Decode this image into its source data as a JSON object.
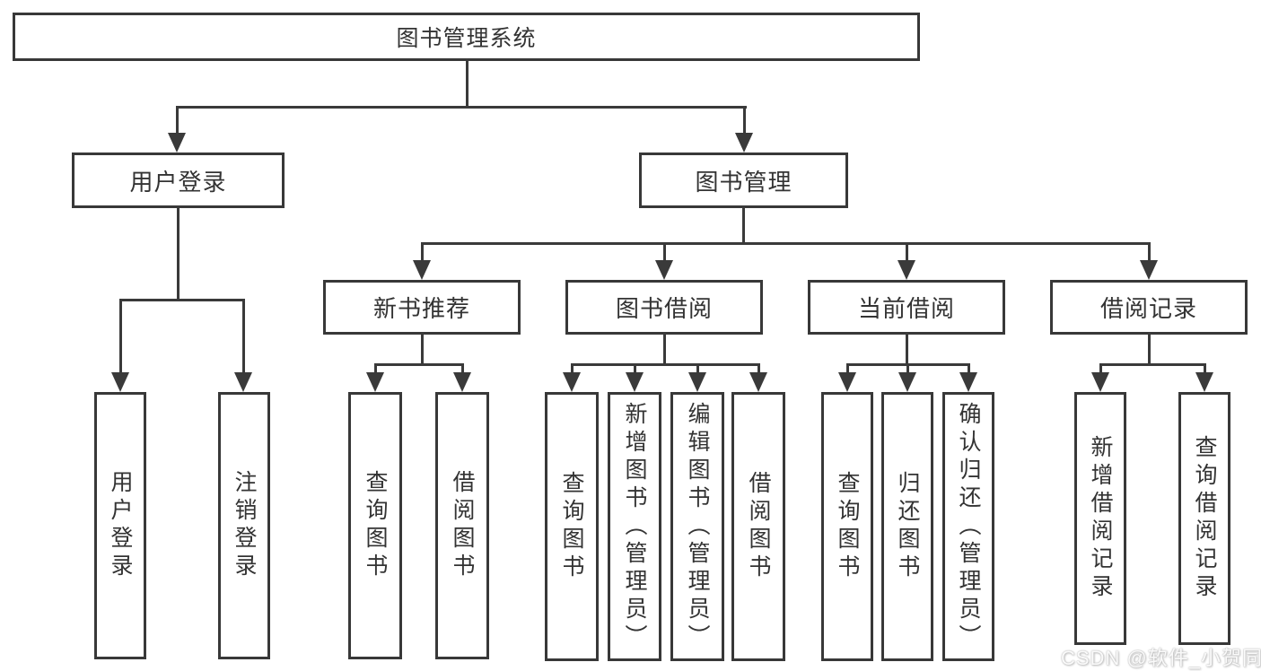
{
  "diagram": {
    "title": "图书管理系统",
    "root": {
      "label": "图书管理系统"
    },
    "level2": [
      {
        "label": "用户登录"
      },
      {
        "label": "图书管理"
      }
    ],
    "level3": [
      {
        "label": "新书推荐",
        "parent": "图书管理"
      },
      {
        "label": "图书借阅",
        "parent": "图书管理"
      },
      {
        "label": "当前借阅",
        "parent": "图书管理"
      },
      {
        "label": "借阅记录",
        "parent": "图书管理"
      }
    ],
    "leaves": [
      {
        "label": "用户登录",
        "parent": "用户登录"
      },
      {
        "label": "注销登录",
        "parent": "用户登录"
      },
      {
        "label": "查询图书",
        "parent": "新书推荐"
      },
      {
        "label": "借阅图书",
        "parent": "新书推荐"
      },
      {
        "label": "查询图书",
        "parent": "图书借阅"
      },
      {
        "label": "新增图书（管理员）",
        "parent": "图书借阅"
      },
      {
        "label": "编辑图书（管理员）",
        "parent": "图书借阅"
      },
      {
        "label": "借阅图书",
        "parent": "图书借阅"
      },
      {
        "label": "查询图书",
        "parent": "当前借阅"
      },
      {
        "label": "归还图书",
        "parent": "当前借阅"
      },
      {
        "label": "确认归还（管理员）",
        "parent": "当前借阅"
      },
      {
        "label": "新增借阅记录",
        "parent": "借阅记录"
      },
      {
        "label": "查询借阅记录",
        "parent": "借阅记录"
      }
    ],
    "colors": {
      "line": "#3a3a3a",
      "border": "#383838",
      "text": "#333333",
      "background": "#ffffff",
      "watermark_text": "#c9c9c9"
    }
  },
  "watermark": {
    "text": "CSDN @软件_小贺同学"
  }
}
